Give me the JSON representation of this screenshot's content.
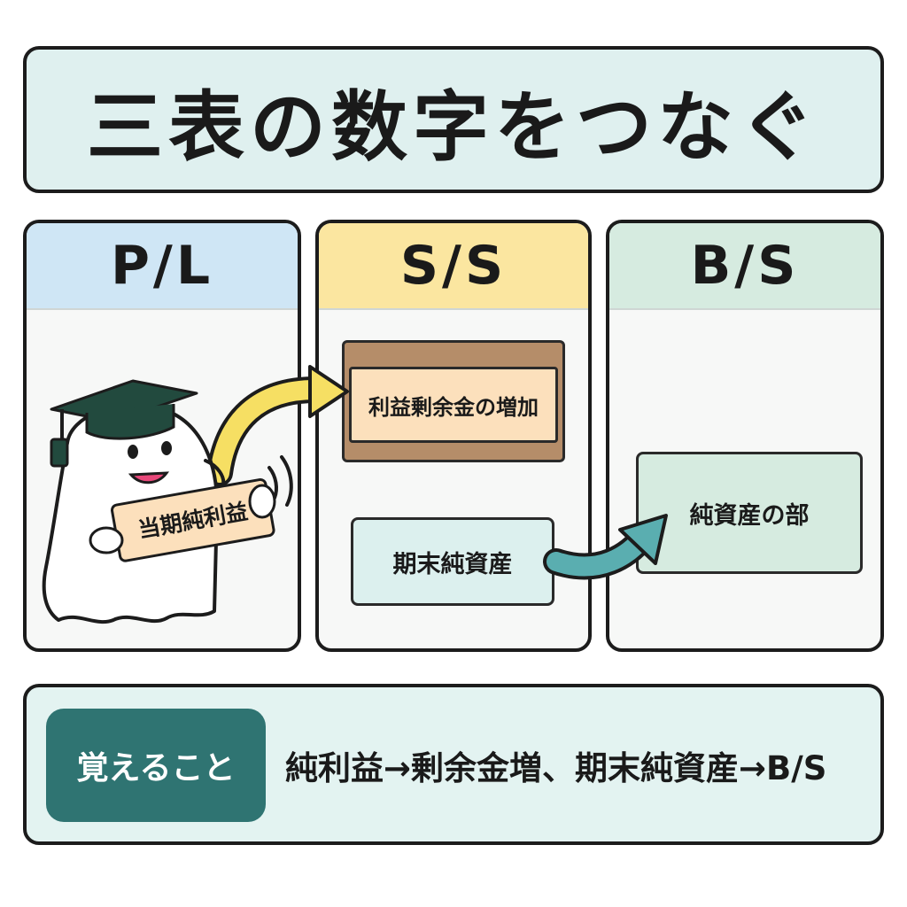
{
  "title": "三表の数字をつなぐ",
  "columns": {
    "pl": {
      "header": "P/L"
    },
    "ss": {
      "header": "S/S"
    },
    "bs": {
      "header": "B/S"
    }
  },
  "pl": {
    "held_card_label": "当期純利益"
  },
  "ss": {
    "retained_earnings_label": "利益剰余金の増加",
    "ending_net_assets_label": "期末純資産"
  },
  "bs": {
    "net_assets_label": "純資産の部"
  },
  "summary": {
    "badge": "覚えること",
    "text": "純利益→剰余金増、期末純資産→B/S"
  },
  "colors": {
    "pl_header": "#cfe6f5",
    "ss_header": "#fbe6a0",
    "bs_header": "#d6ebe0",
    "arrow_yellow": "#f6df63",
    "arrow_teal": "#5aaeb0",
    "badge": "#2f7472"
  }
}
